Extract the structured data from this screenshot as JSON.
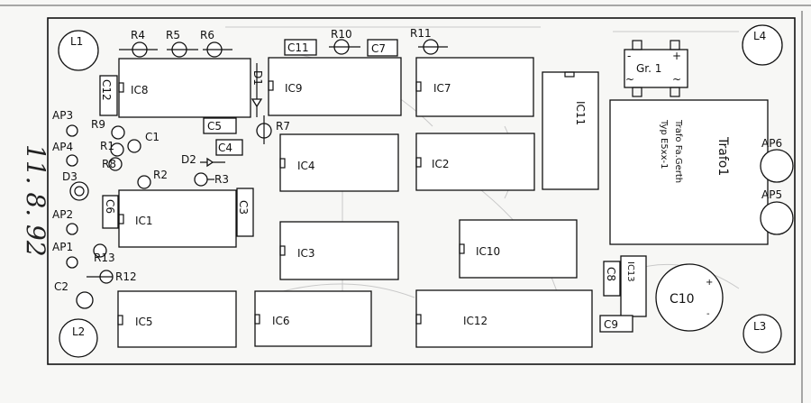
{
  "handwriting": "11. 8. 92",
  "mounting_holes": [
    "L1",
    "L2",
    "L3",
    "L4"
  ],
  "ics": [
    "IC1",
    "IC2",
    "IC3",
    "IC4",
    "IC5",
    "IC6",
    "IC7",
    "IC8",
    "IC9",
    "IC10",
    "IC11",
    "IC12",
    "IC13"
  ],
  "resistors": [
    "R1",
    "R2",
    "R3",
    "R4",
    "R5",
    "R6",
    "R7",
    "R8",
    "R9",
    "R10",
    "R11",
    "R12",
    "R13"
  ],
  "capacitors": [
    "C1",
    "C2",
    "C3",
    "C4",
    "C5",
    "C6",
    "C7",
    "C8",
    "C9",
    "C10",
    "C11",
    "C12"
  ],
  "diodes": [
    "D1",
    "D2",
    "D3"
  ],
  "test_points": [
    "AP1",
    "AP2",
    "AP3",
    "AP4",
    "AP5",
    "AP6"
  ],
  "rectifier": {
    "label": "Gr. 1",
    "ac1": "~",
    "ac2": "~",
    "plus": "+",
    "minus": "-"
  },
  "transformer": {
    "name": "Trafo1",
    "line1": "Trafo Fa.Gerth",
    "line2": "Typ E5xx-1"
  },
  "c10_polarity": {
    "plus": "+",
    "minus": "-"
  }
}
